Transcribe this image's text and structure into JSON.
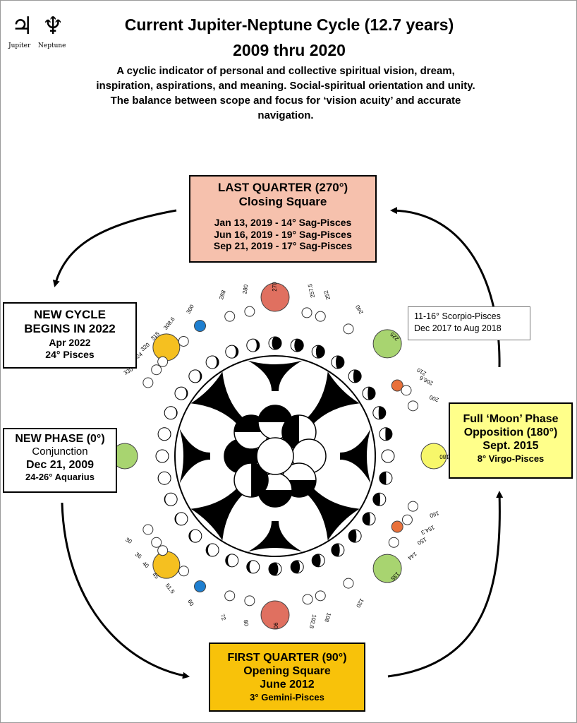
{
  "symbols": {
    "jupiter_glyph": "♃",
    "neptune_glyph": "♆",
    "jupiter_label": "Jupiter",
    "neptune_label": "Neptune"
  },
  "title": {
    "line1": "Current Jupiter-Neptune Cycle (12.7 years)",
    "line2": "2009 thru 2020"
  },
  "description": {
    "line1": "A cyclic indicator of personal and collective spiritual vision, dream,",
    "line2": "inspiration, aspirations, and meaning.  Social-spiritual orientation and unity.",
    "line3": "The balance between scope and focus for ‘vision acuity’ and accurate",
    "line4": "navigation."
  },
  "last_quarter": {
    "heading": "LAST QUARTER (270°)",
    "subheading": "Closing Square",
    "dates": [
      "Jan 13, 2019 - 14° Sag-Pisces",
      "Jun 16, 2019 - 19° Sag-Pisces",
      "Sep 21, 2019 - 17° Sag-Pisces"
    ],
    "color": "#f6c1ad"
  },
  "new_cycle": {
    "line1": "NEW CYCLE",
    "line2": "BEGINS IN 2022",
    "date": "Apr 2022",
    "position": "24° Pisces"
  },
  "new_phase": {
    "heading": "NEW PHASE  (0°)",
    "aspect": "Conjunction",
    "date": "Dec 21, 2009",
    "position": "24-26° Aquarius"
  },
  "scorpio_note": {
    "line1": "11-16° Scorpio-Pisces",
    "line2": "Dec 2017 to Aug 2018"
  },
  "full_phase": {
    "line1": "Full ‘Moon’ Phase",
    "line2": "Opposition (180°)",
    "line3": "Sept. 2015",
    "position": "8° Virgo-Pisces",
    "color": "#ffff8a"
  },
  "first_quarter": {
    "heading": "FIRST QUARTER (90°)",
    "subheading": "Opening Square",
    "date": "June 2012",
    "position": "3° Gemini-Pisces",
    "color": "#f8c20a"
  },
  "wheel": {
    "degree_labels": [
      "270",
      "288",
      "280",
      "252",
      "257.5",
      "240",
      "225",
      "210",
      "206.6",
      "200",
      "180",
      "160",
      "154.3",
      "150",
      "144",
      "135",
      "120",
      "108",
      "102.8",
      "90",
      "80",
      "72",
      "60",
      "51.5",
      "45",
      "40",
      "36",
      "30",
      "300",
      "308.6",
      "315",
      "320",
      "324",
      "330"
    ],
    "colors": {
      "salmon": "#e07060",
      "yellow": "#f5c020",
      "green": "#a8d470",
      "blue": "#1e7fd0",
      "orange": "#e8703a",
      "lightyellow": "#f7f76a"
    }
  }
}
